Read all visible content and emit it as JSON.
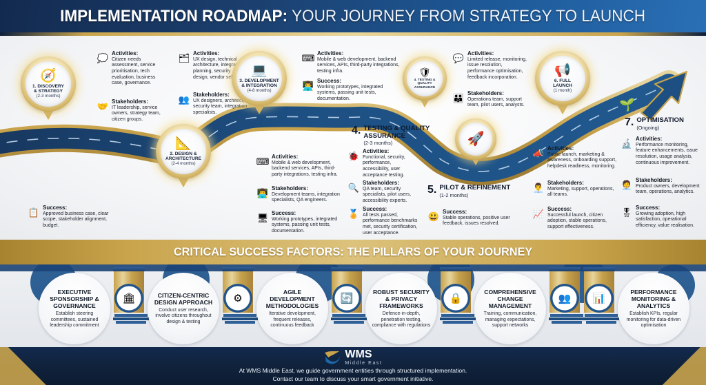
{
  "header": {
    "title_bold": "IMPLEMENTATION ROADMAP:",
    "title_normal": " YOUR JOURNEY FROM STRATEGY TO LAUNCH"
  },
  "labels": {
    "activities": "Activities:",
    "stakeholders": "Stakeholders:",
    "success": "Success:"
  },
  "stages": [
    {
      "number": "1.",
      "name": "DISCOVERY & STRATEGY",
      "pin_name": "1. DISCOVERY\n& STRATEGY",
      "duration": "(2-3 months)",
      "icon": "compass-magnifier-icon",
      "glyph": "🧭",
      "activities": "Citizen needs assessment, service prioritisation, tech evaluation, business case, governance.",
      "activities_icon": "thought-cloud-icon",
      "activities_glyph": "💭",
      "stakeholders": "IT leadership, service owners, strategy team, citizen groups.",
      "stakeholders_icon": "handshake-icon",
      "stakeholders_glyph": "🤝",
      "success": "Approved business case, clear scope, stakeholder alignment, budget.",
      "success_icon": "clipboard-check-icon",
      "success_glyph": "📋"
    },
    {
      "number": "2.",
      "name": "DESIGN & ARCHITECTURE",
      "pin_name": "2. DESIGN &\nARCHITECTURE",
      "duration": "(2-4 months)",
      "icon": "blueprint-pencil-icon",
      "glyph": "📐",
      "activities": "UX design, technical architecture, integration planning, security design, vendor selection.",
      "activities_icon": "hierarchy-icon",
      "activities_glyph": "🗂",
      "stakeholders": "UX designers, architect, security team, integration specialists.",
      "stakeholders_icon": "user-group-icon",
      "stakeholders_glyph": "👥",
      "success": "",
      "success_icon": "",
      "success_glyph": ""
    },
    {
      "number": "3.",
      "name": "DEVELOPMENT & INTEGRATION",
      "pin_name": "3. DEVELOPMENT\n& INTEGRATION",
      "duration": "(4-8 months)",
      "icon": "code-window-gear-icon",
      "glyph": "💻",
      "activities": "Mobile & web development, backend services, APIs, third-party integrations, testing infra.",
      "activities_icon": "keyboard-icon",
      "activities_glyph": "⌨",
      "stakeholders": "Development teams, integration specialists, QA engineers.",
      "stakeholders_icon": "developer-icon",
      "stakeholders_glyph": "👨‍💻",
      "success": "Working prototypes, integrated systems, passing unit tests, documentation.",
      "success_icon": "microchip-icon",
      "success_glyph": "🖥"
    },
    {
      "number": "4.",
      "name": "TESTING & QUALITY ASSURANCE",
      "pin_name": "4. TESTING &\nQUALITY\nASSURANCE",
      "duration": "(2-3 months)",
      "icon": "shield-check-magnifier-icon",
      "glyph": "🛡",
      "activities": "Functional, security, performance, accessibility, user acceptance testing.",
      "activities_icon": "bug-icon",
      "activities_glyph": "🐞",
      "stakeholders": "QA team, security specialists, pilot users, accessibility experts.",
      "stakeholders_icon": "qa-magnifier-icon",
      "stakeholders_glyph": "🔍",
      "success": "All tests passed, performance benchmarks met, security certification, user acceptance.",
      "success_icon": "award-ribbon-icon",
      "success_glyph": "🏅"
    },
    {
      "number": "5.",
      "name": "PILOT & REFINEMENT",
      "pin_name": "5. PILOT &\nREFINEMENT",
      "duration": "(1-2 months)",
      "icon": "rocket-flag-icon",
      "glyph": "🚀",
      "activities": "Limited release, monitoring, issue resolution, performance optimisation, feedback incorporation.",
      "activities_icon": "feedback-chat-icon",
      "activities_glyph": "💬",
      "stakeholders": "Operations team, support team, pilot users, analysts.",
      "stakeholders_icon": "team-icon",
      "stakeholders_glyph": "👪",
      "success": "Stable operations, positive user feedback, issues resolved.",
      "success_icon": "smiley-face-icon",
      "success_glyph": "😃"
    },
    {
      "number": "6.",
      "name": "FULL LAUNCH",
      "pin_name": "6. FULL\nLAUNCH",
      "duration": "(1 month)",
      "icon": "globe-megaphone-icon",
      "glyph": "📢",
      "activities": "Public launch, marketing & awareness, onboarding support, helpdesk readiness, monitoring.",
      "activities_icon": "megaphone-icon",
      "activities_glyph": "📣",
      "stakeholders": "Marketing, support, operations, all teams.",
      "stakeholders_icon": "support-agent-icon",
      "stakeholders_glyph": "👨‍💼",
      "success": "Successful launch, citizen adoption, stable operations, support effectiveness.",
      "success_icon": "growth-chart-icon",
      "success_glyph": "📈"
    },
    {
      "number": "7.",
      "name": "OPTIMISATION",
      "pin_name": "7. OPTIMISATION",
      "duration": "(Ongoing)",
      "icon": "growth-arrow-plant-icon",
      "glyph": "🌱",
      "activities": "Performance monitoring, feature enhancements, issue resolution, usage analysis, continuous improvement.",
      "activities_icon": "analytics-magnifier-icon",
      "activities_glyph": "🔬",
      "stakeholders": "Product owners, development team, operations, analytics.",
      "stakeholders_icon": "product-owner-icon",
      "stakeholders_glyph": "🧑‍💼",
      "success": "Growing adoption, high satisfaction, operational efficiency, value realisation.",
      "success_icon": "medal-icon",
      "success_glyph": "🎖"
    }
  ],
  "band": {
    "title": "CRITICAL SUCCESS FACTORS: THE PILLARS OF YOUR JOURNEY"
  },
  "pillars": [
    {
      "title": "EXECUTIVE SPONSORSHIP & GOVERNANCE",
      "desc": "Establish steering committees, sustained leadership commitment",
      "icon": "bank-handshake-icon",
      "glyph": "🏛"
    },
    {
      "title": "CITIZEN-CENTRIC DESIGN APPROACH",
      "desc": "Conduct user research, involve citizens throughout design & testing",
      "icon": "cog-cycle-icon",
      "glyph": "⚙"
    },
    {
      "title": "AGILE DEVELOPMENT METHODOLOGIES",
      "desc": "Iterative development, frequent releases, continuous feedback",
      "icon": "sprint-cycle-icon",
      "glyph": "🔄"
    },
    {
      "title": "ROBUST SECURITY & PRIVACY FRAMEWORKS",
      "desc": "Defence-in-depth, penetration testing, compliance with regulations",
      "icon": "lock-shield-icon",
      "glyph": "🔒"
    },
    {
      "title": "COMPREHENSIVE CHANGE MANAGEMENT",
      "desc": "Training, communication, managing expectations, support networks",
      "icon": "people-change-icon",
      "glyph": "👥"
    },
    {
      "title": "PERFORMANCE MONITORING & ANALYTICS",
      "desc": "Establish KPIs, regular monitoring for data-driven optimisation",
      "icon": "dashboard-analytics-icon",
      "glyph": "📊"
    }
  ],
  "footer": {
    "logo_name": "WMS",
    "logo_sub": "Middle East",
    "logo_icon": "wms-swoosh-logo",
    "line1": "At WMS Middle East, we guide government entities through structured implementation.",
    "line2": "Contact our team to discuss your smart government initiative."
  },
  "colors": {
    "navy": "#17375e",
    "road_blue": "#1d4f82",
    "gold": "#c9a44c",
    "band_gold": "#c9a44c",
    "white": "#ffffff"
  }
}
